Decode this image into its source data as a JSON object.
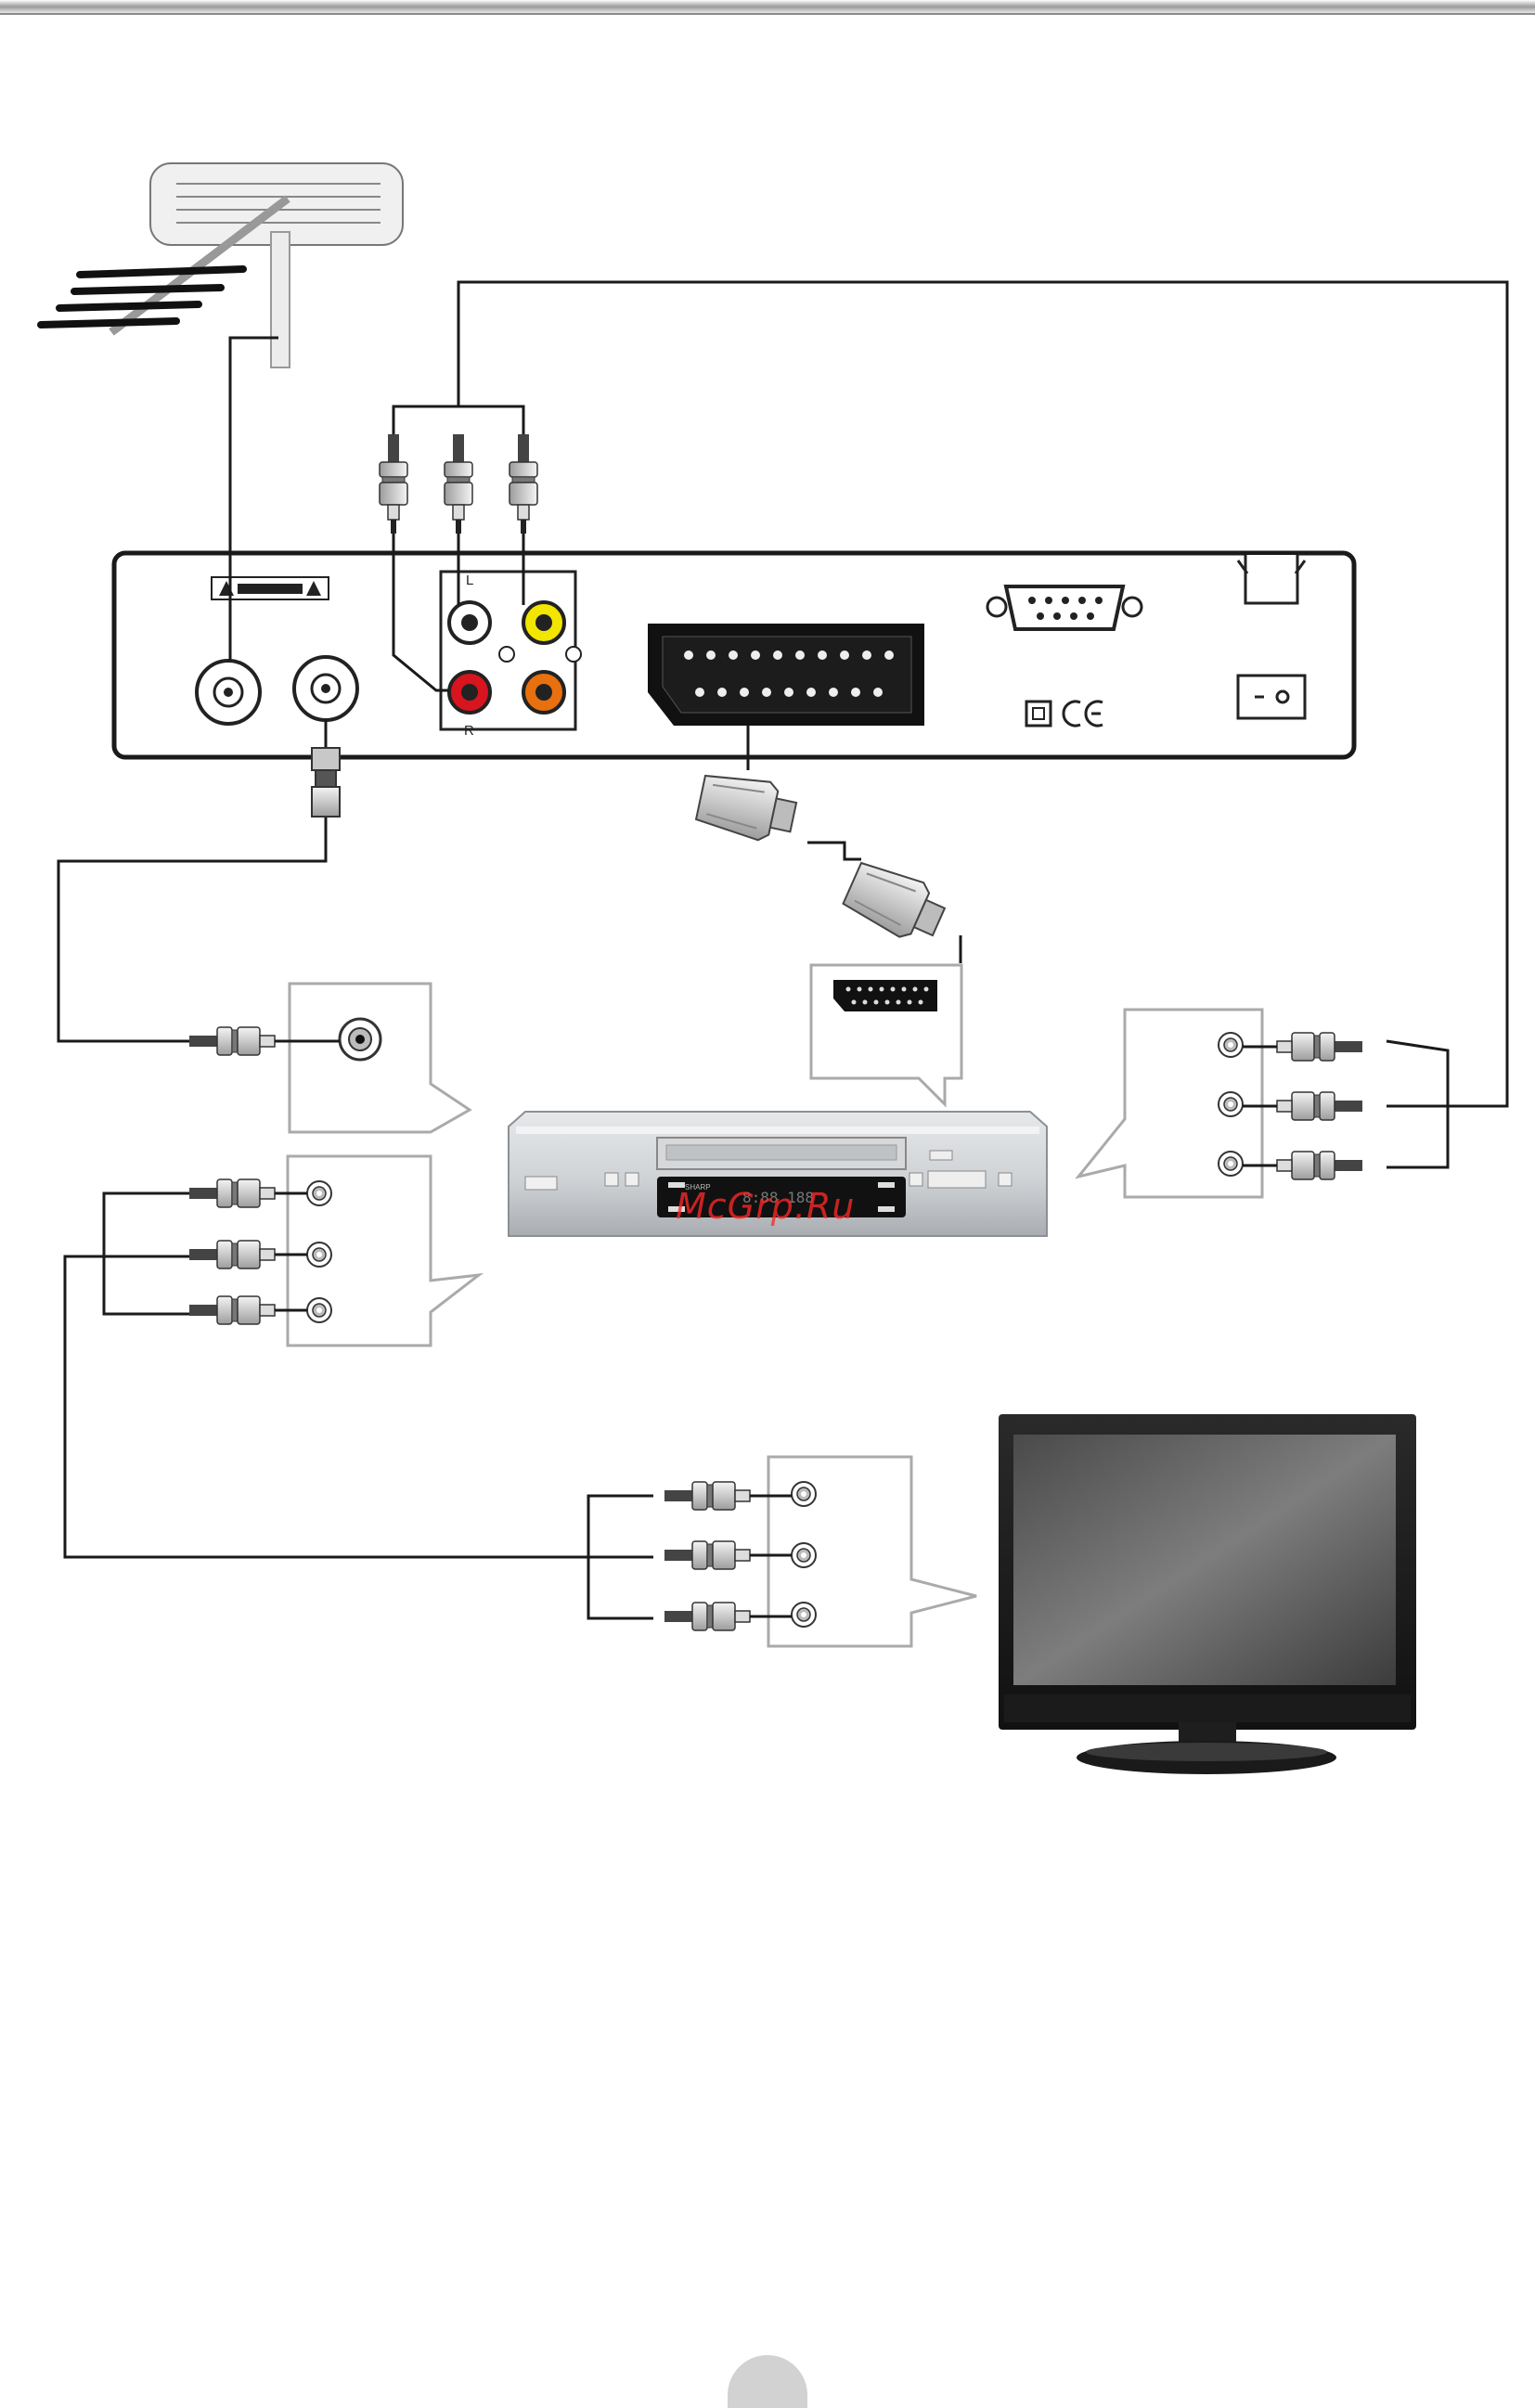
{
  "receiver": {
    "audio_left_label": "L",
    "audio_right_label": "R"
  },
  "vcr": {
    "brand_marks": [
      "SHARP"
    ]
  },
  "watermark": "McGrp.Ru",
  "colors": {
    "line": "#1a1a1a",
    "rca_red": "#d8141f",
    "rca_yellow": "#f2e500",
    "rca_orange": "#e8700f",
    "rca_white": "#ffffff",
    "watermark": "#ff2828"
  },
  "icons": [
    "antenna-icon",
    "rf-connector-icon",
    "rca-plug-icon",
    "scart-plug-icon",
    "vcr-icon",
    "tv-icon",
    "power-switch-icon",
    "rs232-port-icon",
    "ce-mark-icon",
    "double-insulation-icon"
  ]
}
